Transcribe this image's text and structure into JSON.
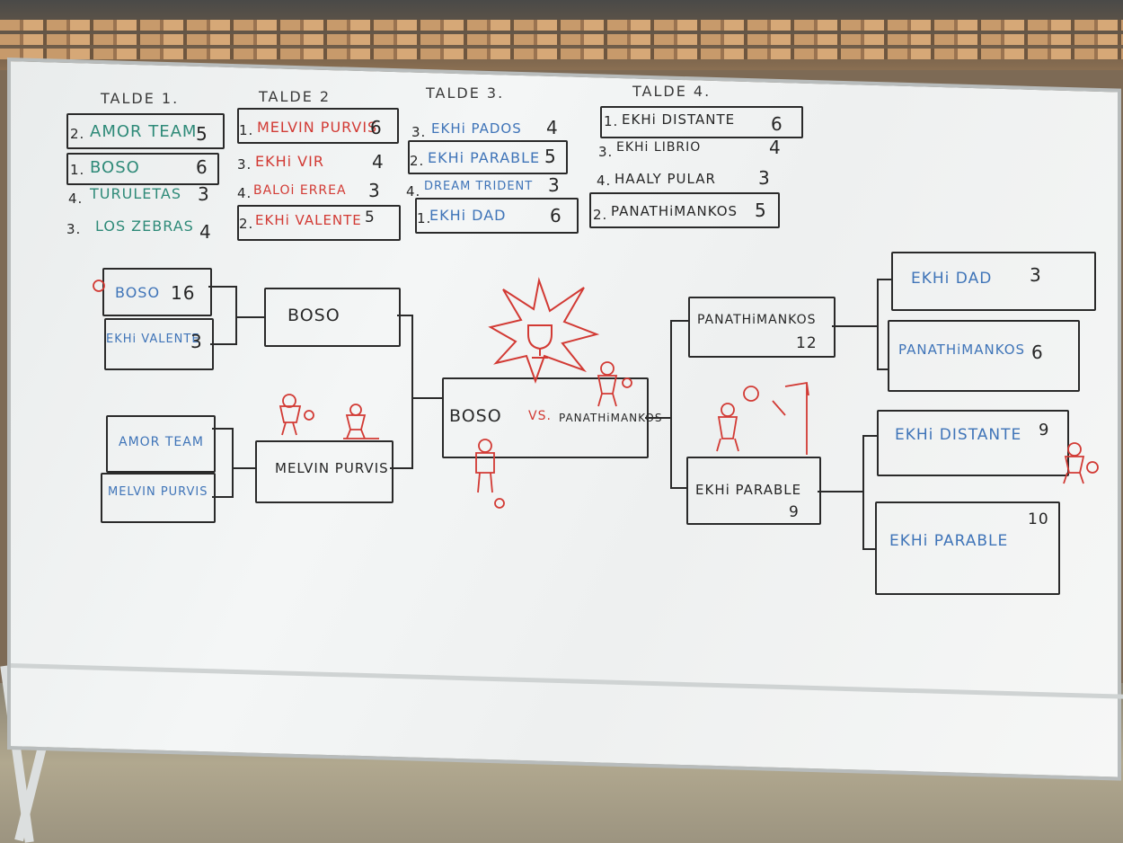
{
  "groups": [
    {
      "title": "TALDE 1.",
      "rows": [
        {
          "rank": "2.",
          "team": "AMOR TEAM",
          "score": "5"
        },
        {
          "rank": "1.",
          "team": "BOSO",
          "score": "6"
        },
        {
          "rank": "4.",
          "team": "TURULETAS",
          "score": "3"
        },
        {
          "rank": "3.",
          "team": "LOS ZEBRAS",
          "score": "4"
        }
      ]
    },
    {
      "title": "TALDE 2",
      "rows": [
        {
          "rank": "1.",
          "team": "MELVIN PURVIS",
          "score": "6"
        },
        {
          "rank": "3.",
          "team": "EKHi VIR",
          "score": "4"
        },
        {
          "rank": "4.",
          "team": "BALOi ERREA",
          "score": "3"
        },
        {
          "rank": "2.",
          "team": "EKHi VALENTE",
          "score": "5"
        }
      ]
    },
    {
      "title": "TALDE 3.",
      "rows": [
        {
          "rank": "3.",
          "team": "EKHi PADOS",
          "score": "4"
        },
        {
          "rank": "2.",
          "team": "EKHi PARABLE",
          "score": "5"
        },
        {
          "rank": "4.",
          "team": "DREAM TRIDENT",
          "score": "3"
        },
        {
          "rank": "1.",
          "team": "EKHi DAD",
          "score": "6"
        }
      ]
    },
    {
      "title": "TALDE 4.",
      "rows": [
        {
          "rank": "1.",
          "team": "EKHi DISTANTE",
          "score": "6"
        },
        {
          "rank": "3.",
          "team": "EKHi LIBRIO",
          "score": "4"
        },
        {
          "rank": "4.",
          "team": "HAALY PULAR",
          "score": "3"
        },
        {
          "rank": "2.",
          "team": "PANATHiMANKOS",
          "score": "5"
        }
      ]
    }
  ],
  "bracket": {
    "qf": [
      {
        "team": "BOSO",
        "score": "16"
      },
      {
        "team": "EKHi VALENTE",
        "score": "3"
      },
      {
        "team": "AMOR TEAM",
        "score": ""
      },
      {
        "team": "MELVIN PURVIS",
        "score": ""
      },
      {
        "team": "EKHi DAD",
        "score": "3"
      },
      {
        "team": "PANATHiMANKOS",
        "score": "6"
      },
      {
        "team": "EKHi DISTANTE",
        "score": "9"
      },
      {
        "team": "EKHi PARABLE",
        "score": "10"
      }
    ],
    "sf": [
      {
        "team": "BOSO",
        "score": ""
      },
      {
        "team": "MELVIN PURVIS",
        "score": ""
      },
      {
        "team": "PANATHiMANKOS",
        "score": "12"
      },
      {
        "team": "EKHi PARABLE",
        "score": "9"
      }
    ],
    "final": {
      "left": "BOSO",
      "vs": "VS.",
      "right": "PANATHiMANKOS"
    }
  },
  "colors": {
    "red": "#d23a34",
    "blue": "#3f74b8",
    "green": "#2e8a78",
    "ink": "#2a2a2a"
  }
}
